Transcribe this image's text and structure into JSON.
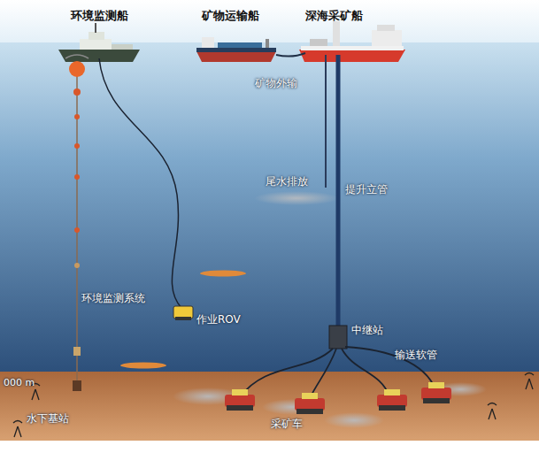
{
  "diagram": {
    "labels": [
      "环境监测船",
      "矿物运输船",
      "深海采矿船",
      "矿物外输",
      "尾水排放",
      "提升立管",
      "环境监测系统",
      "作业ROV",
      "中继站",
      "输送软管",
      "采矿车",
      "水下基站",
      "000 m"
    ]
  }
}
